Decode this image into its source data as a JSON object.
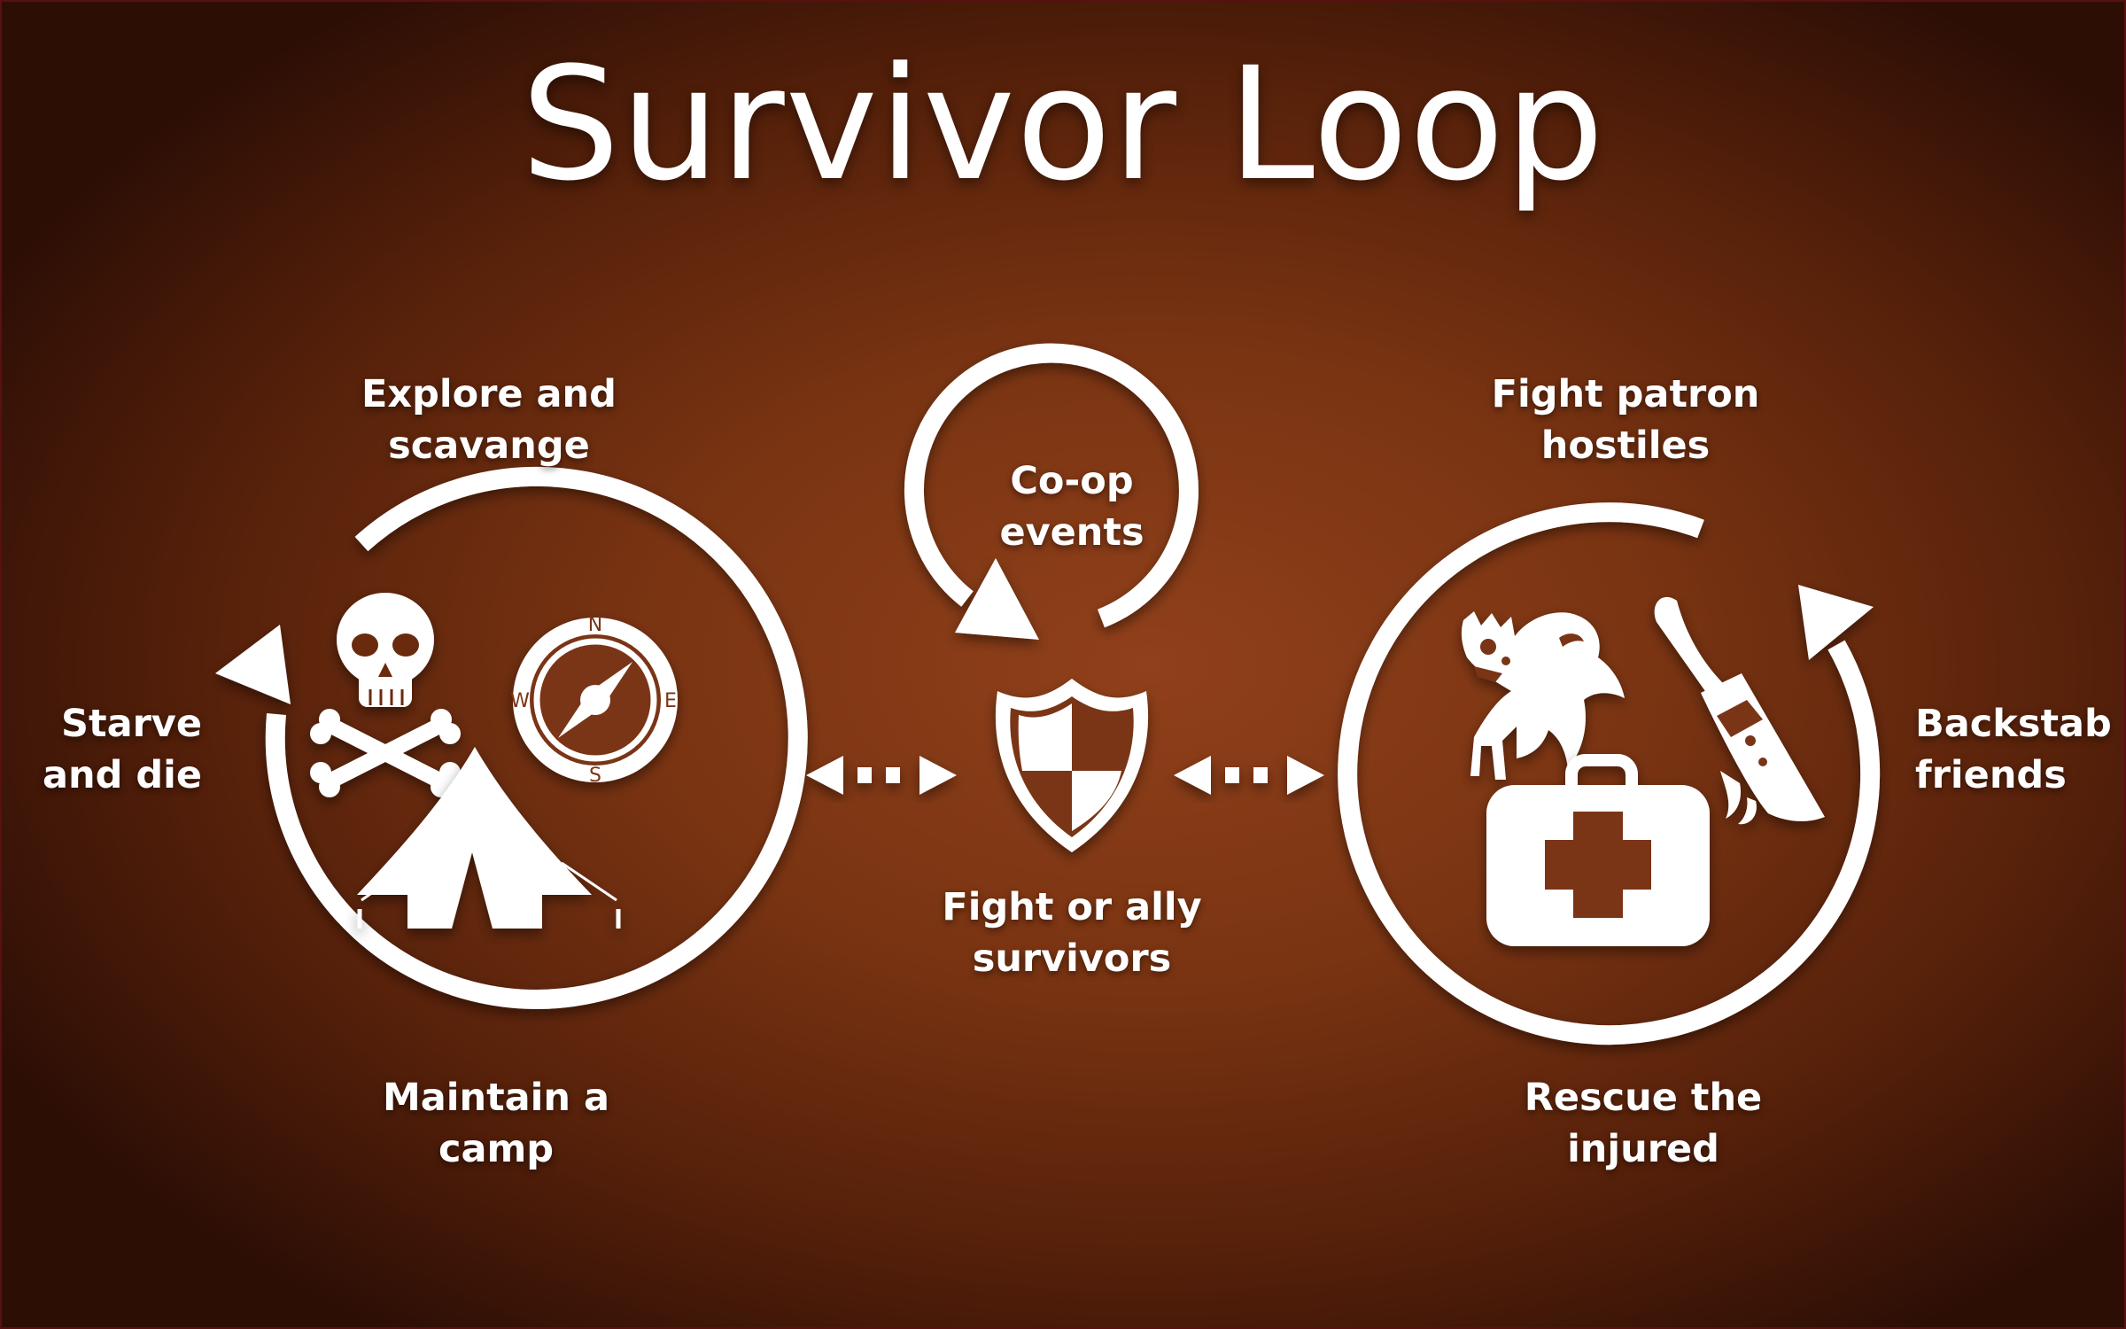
{
  "title": "Survivor Loop",
  "labels": {
    "explore": [
      "Explore and",
      "scavange"
    ],
    "starve": [
      "Starve",
      "and die"
    ],
    "maintain": [
      "Maintain a",
      "camp"
    ],
    "coop": [
      "Co-op",
      "events"
    ],
    "fight_ally": [
      "Fight or ally",
      "survivors"
    ],
    "fight_patron": [
      "Fight patron",
      "hostiles"
    ],
    "backstab": [
      "Backstab",
      "friends"
    ],
    "rescue": [
      "Rescue the",
      "injured"
    ]
  },
  "compass": {
    "north": "N",
    "south": "S",
    "west": "W",
    "east": "E"
  },
  "icons": [
    "skull-crossbones-icon",
    "compass-icon",
    "tent-icon",
    "shield-icon",
    "monster-icon",
    "machete-icon",
    "medkit-icon"
  ],
  "colors": {
    "background": "#7a3412",
    "foreground": "#ffffff"
  }
}
